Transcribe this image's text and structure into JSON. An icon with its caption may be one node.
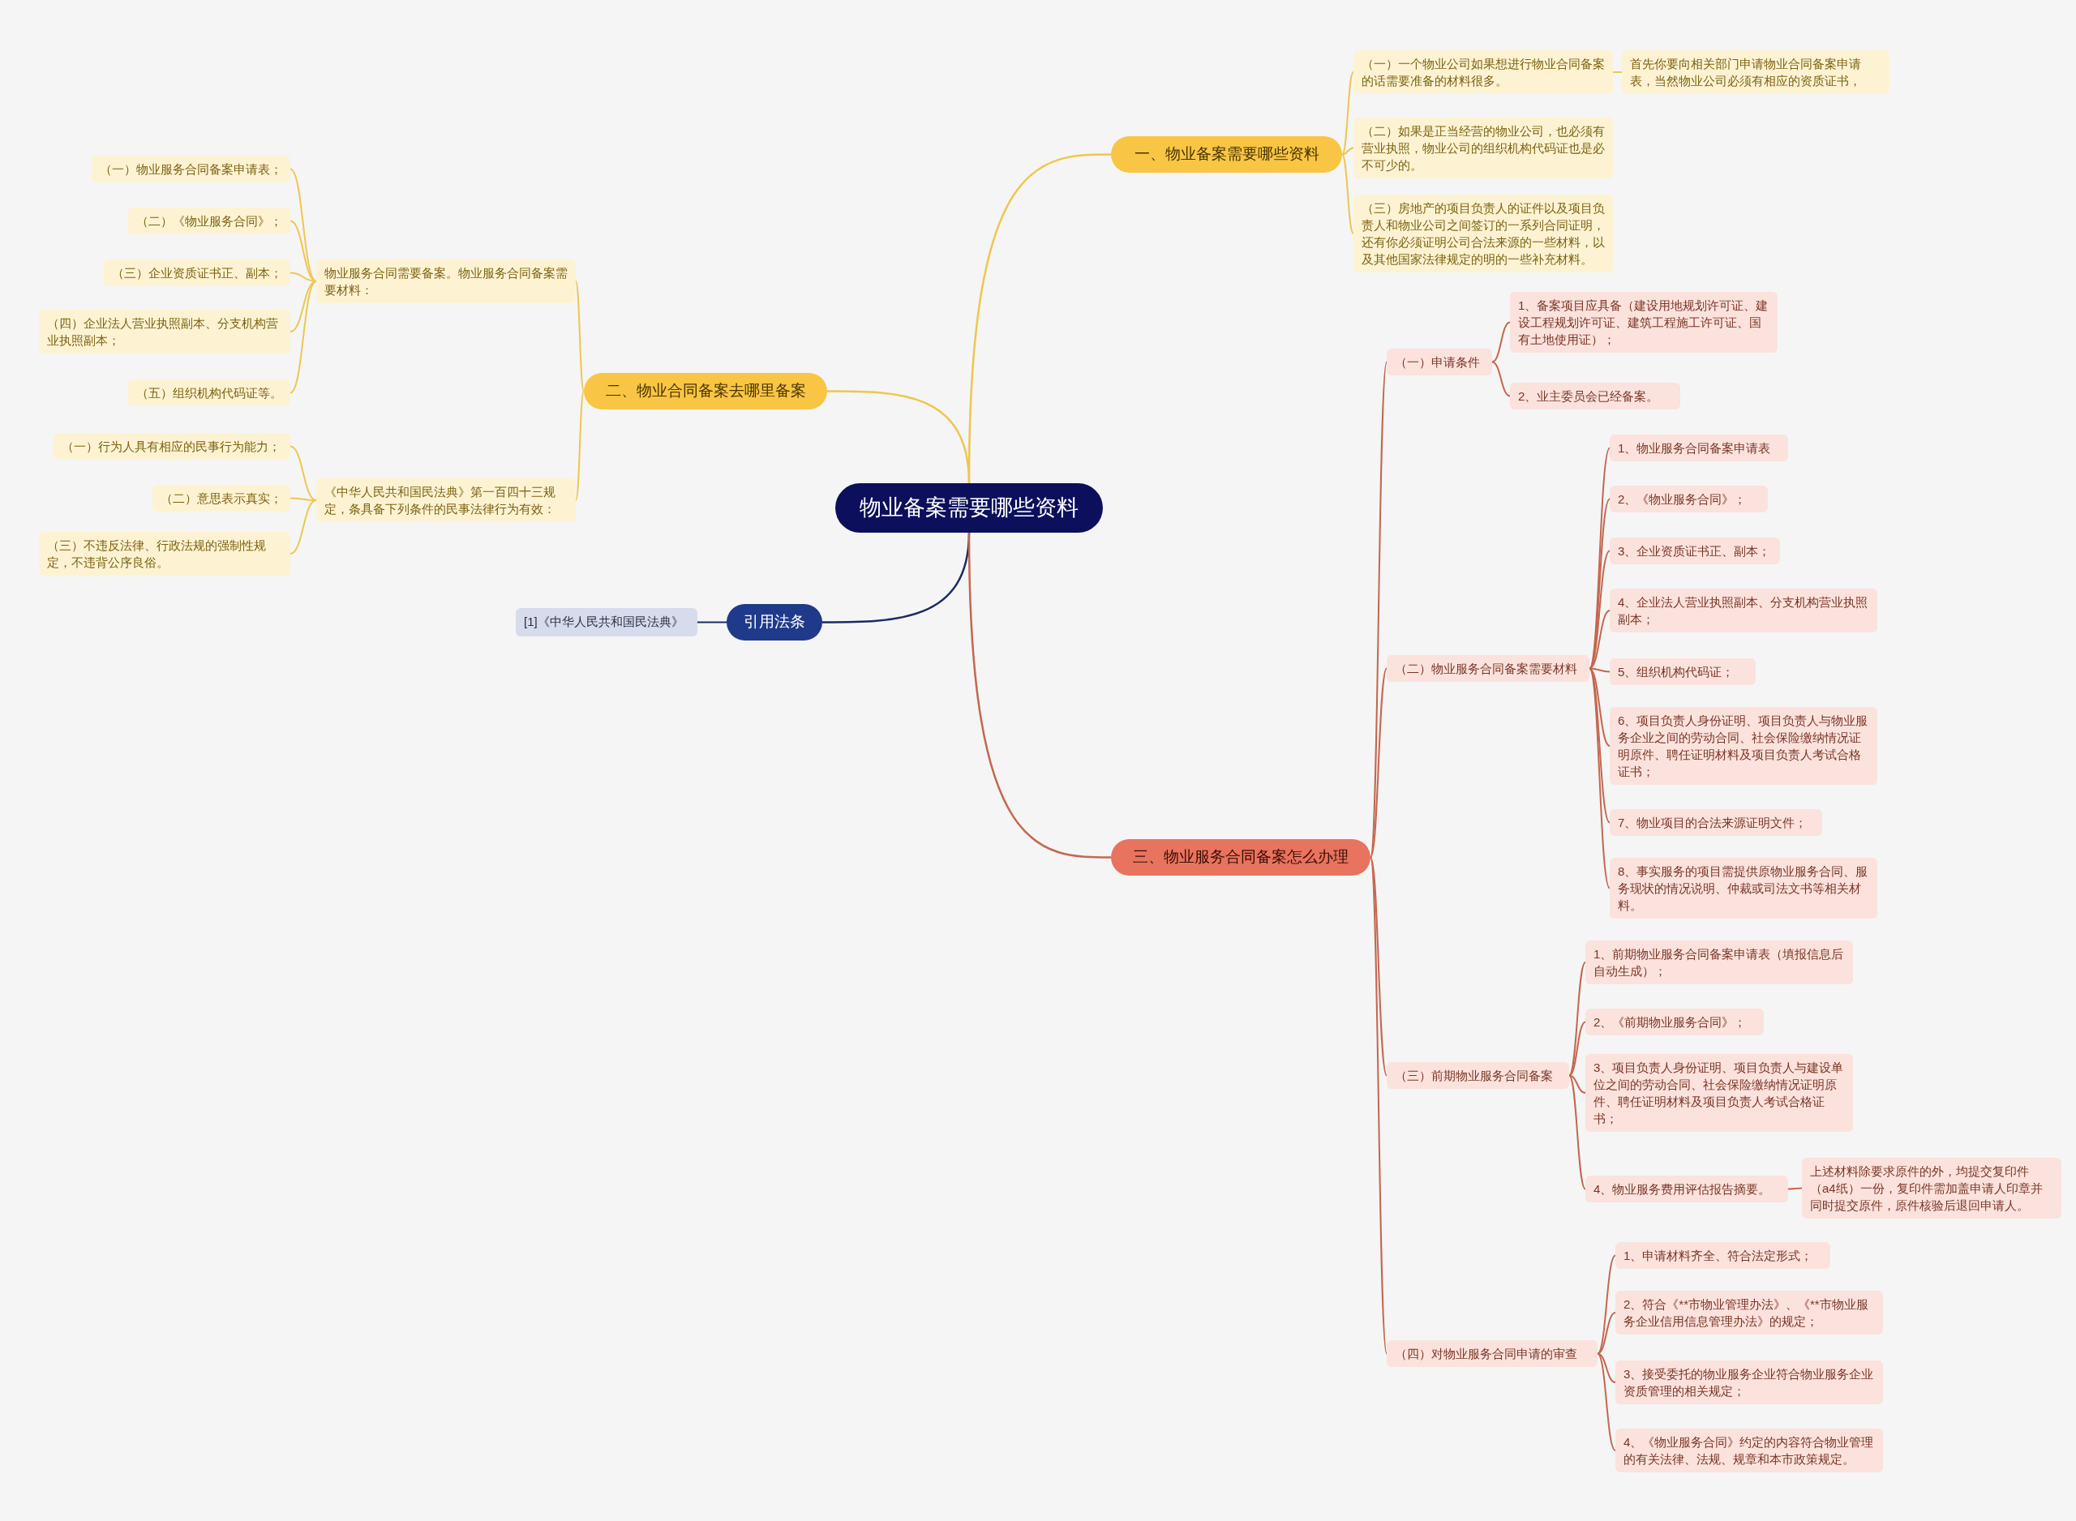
{
  "diagram": {
    "nodes": [
      {
        "text": [
          "物业备案需要哪些资料"
        ]
      },
      {
        "text": [
          "一、物业备案需要哪些资料"
        ]
      },
      {
        "text": [
          "（一）一个物业公司如果想进行物业合同备案的话需要准备的材料很多。"
        ]
      },
      {
        "text": [
          "首先你要向相关部门申请物业合同备案申请表，当然物业公司必须有相应的资质证书，"
        ]
      },
      {
        "text": [
          "（二）如果是正当经营的物业公司，也必须有营业执照，物业公司的组织机构代码证也是必不可少的。"
        ]
      },
      {
        "text": [
          "（三）房地产的项目负责人的证件以及项目负责人和物业公司之间签订的一系列合同证明，还有你必须证明公司合法来源的一些材料，以及其他国家法律规定的明的一些补充材料。"
        ]
      },
      {
        "text": [
          "二、物业合同备案去哪里备案"
        ]
      },
      {
        "text": [
          "物业服务合同需要备案。物业服务合同备案需要材料："
        ]
      },
      {
        "text": [
          "（一）物业服务合同备案申请表；"
        ]
      },
      {
        "text": [
          "（二）《物业服务合同》；"
        ]
      },
      {
        "text": [
          "（三）企业资质证书正、副本；"
        ]
      },
      {
        "text": [
          "（四）企业法人营业执照副本、分支机构营业执照副本；"
        ]
      },
      {
        "text": [
          "（五）组织机构代码证等。"
        ]
      },
      {
        "text": [
          "《中华人民共和国民法典》第一百四十三规定，条具备下列条件的民事法律行为有效："
        ]
      },
      {
        "text": [
          "（一）行为人具有相应的民事行为能力；"
        ]
      },
      {
        "text": [
          "（二）意思表示真实；"
        ]
      },
      {
        "text": [
          "（三）不违反法律、行政法规的强制性规定，不违背公序良俗。"
        ]
      },
      {
        "text": [
          "引用法条"
        ]
      },
      {
        "text": [
          "[1]《中华人民共和国民法典》"
        ]
      },
      {
        "text": [
          "三、物业服务合同备案怎么办理"
        ]
      },
      {
        "text": [
          "（一）申请条件"
        ]
      },
      {
        "text": [
          "1、备案项目应具备（建设用地规划许可证、建设工程规划许可证、建筑工程施工许可证、国有土地使用证）；"
        ]
      },
      {
        "text": [
          "2、业主委员会已经备案。"
        ]
      },
      {
        "text": [
          "（二）物业服务合同备案需要材料"
        ]
      },
      {
        "text": [
          "1、物业服务合同备案申请表"
        ]
      },
      {
        "text": [
          "2、《物业服务合同》；"
        ]
      },
      {
        "text": [
          "3、企业资质证书正、副本；"
        ]
      },
      {
        "text": [
          "4、企业法人营业执照副本、分支机构营业执照副本；"
        ]
      },
      {
        "text": [
          "5、组织机构代码证；"
        ]
      },
      {
        "text": [
          "6、项目负责人身份证明、项目负责人与物业服务企业之间的劳动合同、社会保险缴纳情况证明原件、聘任证明材料及项目负责人考试合格证书；"
        ]
      },
      {
        "text": [
          "7、物业项目的合法来源证明文件；"
        ]
      },
      {
        "text": [
          "8、事实服务的项目需提供原物业服务合同、服务现状的情况说明、仲裁或司法文书等相关材料。"
        ]
      },
      {
        "text": [
          "（三）前期物业服务合同备案"
        ]
      },
      {
        "text": [
          "1、前期物业服务合同备案申请表（填报信息后自动生成）；"
        ]
      },
      {
        "text": [
          "2、《前期物业服务合同》；"
        ]
      },
      {
        "text": [
          "3、项目负责人身份证明、项目负责人与建设单位之间的劳动合同、社会保险缴纳情况证明原件、聘任证明材料及项目负责人考试合格证书；"
        ]
      },
      {
        "text": [
          "4、物业服务费用评估报告摘要。"
        ]
      },
      {
        "text": [
          "上述材料除要求原件的外，均提交复印件（a4纸）一份，复印件需加盖申请人印章并同时提交原件，原件核验后退回申请人。"
        ]
      },
      {
        "text": [
          "（四）对物业服务合同申请的审查"
        ]
      },
      {
        "text": [
          "1、申请材料齐全、符合法定形式；"
        ]
      },
      {
        "text": [
          "2、符合《**市物业管理办法》、《**市物业服务企业信用信息管理办法》的规定；"
        ]
      },
      {
        "text": [
          "3、接受委托的物业服务企业符合物业服务企业资质管理的相关规定；"
        ]
      },
      {
        "text": [
          "4、《物业服务合同》约定的内容符合物业管理的有关法律、法规、规章和本市政策规定。"
        ]
      }
    ],
    "edges": [
      {
        "from": 0,
        "to": 1,
        "arrow": "none",
        "color": "#efc64e"
      },
      {
        "from": 1,
        "to": 2,
        "arrow": "none",
        "color": "#efc64e"
      },
      {
        "from": 2,
        "to": 3,
        "arrow": "none",
        "color": "#efc64e"
      },
      {
        "from": 1,
        "to": 4,
        "arrow": "none",
        "color": "#efc64e"
      },
      {
        "from": 1,
        "to": 5,
        "arrow": "none",
        "color": "#efc64e"
      },
      {
        "from": 0,
        "to": 6,
        "arrow": "none",
        "color": "#efc64e"
      },
      {
        "from": 6,
        "to": 7,
        "arrow": "none",
        "color": "#efc64e"
      },
      {
        "from": 7,
        "to": 8,
        "arrow": "none",
        "color": "#efc64e"
      },
      {
        "from": 7,
        "to": 9,
        "arrow": "none",
        "color": "#efc64e"
      },
      {
        "from": 7,
        "to": 10,
        "arrow": "none",
        "color": "#efc64e"
      },
      {
        "from": 7,
        "to": 11,
        "arrow": "none",
        "color": "#efc64e"
      },
      {
        "from": 7,
        "to": 12,
        "arrow": "none",
        "color": "#efc64e"
      },
      {
        "from": 6,
        "to": 13,
        "arrow": "none",
        "color": "#efc64e"
      },
      {
        "from": 13,
        "to": 14,
        "arrow": "none",
        "color": "#efc64e"
      },
      {
        "from": 13,
        "to": 15,
        "arrow": "none",
        "color": "#efc64e"
      },
      {
        "from": 13,
        "to": 16,
        "arrow": "none",
        "color": "#efc64e"
      },
      {
        "from": 0,
        "to": 17,
        "arrow": "none",
        "color": "#1a2a66"
      },
      {
        "from": 17,
        "to": 18,
        "arrow": "none",
        "color": "#1a2a66"
      },
      {
        "from": 0,
        "to": 19,
        "arrow": "none"
      },
      {
        "from": 19,
        "to": 20,
        "arrow": "none"
      },
      {
        "from": 20,
        "to": 21,
        "arrow": "none"
      },
      {
        "from": 20,
        "to": 22,
        "arrow": "none"
      },
      {
        "from": 19,
        "to": 23,
        "arrow": "none"
      },
      {
        "from": 23,
        "to": 24,
        "arrow": "none"
      },
      {
        "from": 23,
        "to": 25,
        "arrow": "none"
      },
      {
        "from": 23,
        "to": 26,
        "arrow": "none"
      },
      {
        "from": 23,
        "to": 27,
        "arrow": "none"
      },
      {
        "from": 23,
        "to": 28,
        "arrow": "none"
      },
      {
        "from": 23,
        "to": 29,
        "arrow": "none"
      },
      {
        "from": 23,
        "to": 30,
        "arrow": "none"
      },
      {
        "from": 23,
        "to": 31,
        "arrow": "none"
      },
      {
        "from": 19,
        "to": 32,
        "arrow": "none"
      },
      {
        "from": 32,
        "to": 33,
        "arrow": "none"
      },
      {
        "from": 32,
        "to": 34,
        "arrow": "none"
      },
      {
        "from": 32,
        "to": 35,
        "arrow": "none"
      },
      {
        "from": 32,
        "to": 36,
        "arrow": "none"
      },
      {
        "from": 36,
        "to": 37,
        "arrow": "none"
      },
      {
        "from": 19,
        "to": 38,
        "arrow": "none"
      },
      {
        "from": 38,
        "to": 39,
        "arrow": "none"
      },
      {
        "from": 38,
        "to": 40,
        "arrow": "none"
      },
      {
        "from": 38,
        "to": 41,
        "arrow": "none"
      },
      {
        "from": 38,
        "to": 42,
        "arrow": "none"
      }
    ]
  }
}
